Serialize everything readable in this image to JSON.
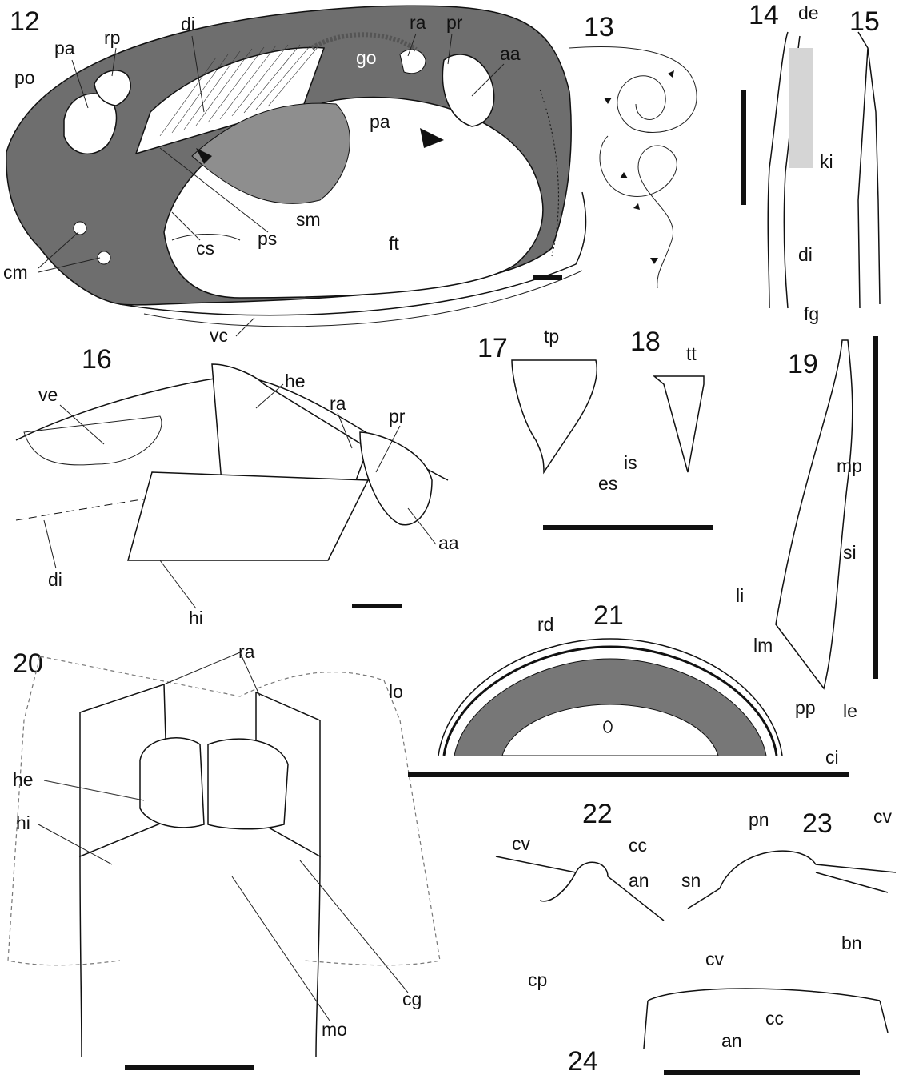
{
  "panels": {
    "p12": "12",
    "p13": "13",
    "p14": "14",
    "p15": "15",
    "p16": "16",
    "p17": "17",
    "p18": "18",
    "p19": "19",
    "p20": "20",
    "p21": "21",
    "p22": "22",
    "p23": "23",
    "p24": "24"
  },
  "labels": {
    "f12": {
      "po": "po",
      "pa": "pa",
      "rp": "rp",
      "di": "di",
      "go": "go",
      "ra": "ra",
      "pr": "pr",
      "aa": "aa",
      "pa2": "pa",
      "sm": "sm",
      "ft": "ft",
      "cs": "cs",
      "ps": "ps",
      "cm": "cm",
      "vc": "vc"
    },
    "f14": {
      "de": "de",
      "ki": "ki",
      "di": "di",
      "fg": "fg"
    },
    "f16": {
      "ve": "ve",
      "he": "he",
      "ra": "ra",
      "pr": "pr",
      "aa": "aa",
      "di": "di",
      "hi": "hi"
    },
    "f17": {
      "tp": "tp",
      "is": "is"
    },
    "f18": {
      "tt": "tt",
      "es": "es"
    },
    "f19": {
      "mp": "mp",
      "si": "si",
      "li": "li",
      "lm": "lm",
      "pp": "pp",
      "le": "le"
    },
    "f20": {
      "ra": "ra",
      "he": "he",
      "hi": "hi",
      "cg": "cg",
      "mo": "mo"
    },
    "f21": {
      "rd": "rd",
      "lo": "lo",
      "ci": "ci"
    },
    "f22": {
      "cv": "cv",
      "cc": "cc",
      "an": "an",
      "cp": "cp"
    },
    "f23": {
      "pn": "pn",
      "cv": "cv",
      "sn": "sn",
      "bn": "bn"
    },
    "f24": {
      "cv": "cv",
      "cc": "cc",
      "an": "an"
    }
  },
  "colors": {
    "shaded": "#6e6e6e",
    "mid": "#8e8e8e",
    "ink": "#111111",
    "paper": "#ffffff"
  }
}
